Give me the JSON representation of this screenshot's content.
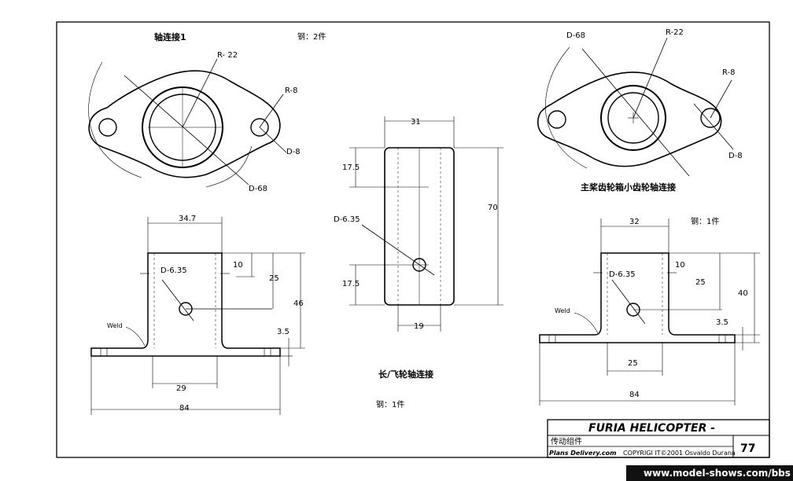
{
  "title_block": {
    "brand": "FURIA HELICOPTER -",
    "subtitle": "传动组件",
    "page": "77",
    "site": "Plans Delivery.com",
    "copyright": "COPYRIGI IT©2001 Osvaldo Durana"
  },
  "watermark": "www.model-shows.com/bbs",
  "part1": {
    "name": "轴连接1",
    "qty": "钢：2件",
    "dims": {
      "r22": "R- 22",
      "r8": "R-8",
      "d8": "D-8",
      "d68": "D-68",
      "w347": "34.7",
      "d635": "D-6.35",
      "h10": "10",
      "h25": "25",
      "h46": "46",
      "h35": "3.5",
      "w29": "29",
      "w84": "84",
      "weld": "Weld"
    }
  },
  "part2": {
    "name": "长/飞轮轴连接",
    "qty": "钢：1件",
    "dims": {
      "w31": "31",
      "h175a": "17.5",
      "h70": "70",
      "d635": "D-6.35",
      "h175b": "17.5",
      "w19": "19"
    }
  },
  "part3": {
    "name": "主桨齿轮箱小齿轮轴连接",
    "qty": "钢：1件",
    "dims": {
      "d68": "D-68",
      "r22": "R-22",
      "r8": "R-8",
      "d8": "D-8",
      "w32": "32",
      "d635": "D-6.35",
      "h10": "10",
      "h25": "25",
      "h40": "40",
      "h35": "3.5",
      "w25": "25",
      "w84": "84",
      "weld": "Weld"
    }
  }
}
